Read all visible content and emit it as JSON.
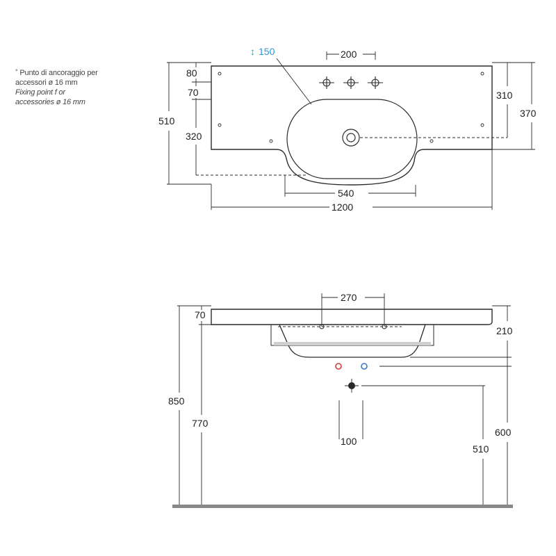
{
  "legend": {
    "marker": "°",
    "line1": "Punto di ancoraggio per",
    "line2": "accessori ø 16 mm",
    "line3": "Fixing point f or",
    "line4": "accessories ø 16 mm"
  },
  "top_view": {
    "overflow": "150",
    "overflow_arrow": "↕",
    "tap_spacing": "200",
    "depth_back": "80",
    "depth_gap": "70",
    "depth_total": "510",
    "bowl_depth": "320",
    "right_inner": "310",
    "right_outer": "370",
    "bowl_width": "540",
    "total_width": "1200"
  },
  "side_view": {
    "tap_spacing": "270",
    "rim_height": "70",
    "basin_height": "210",
    "total_height": "850",
    "top_height": "770",
    "supply_height": "600",
    "drain_height": "510",
    "drain_spacing": "100"
  },
  "colors": {
    "line": "#2a2a2a",
    "accent_blue": "#2b9ad8",
    "hot_red": "#d23a3a",
    "cold_blue": "#3a78c8",
    "floor": "#888888"
  }
}
